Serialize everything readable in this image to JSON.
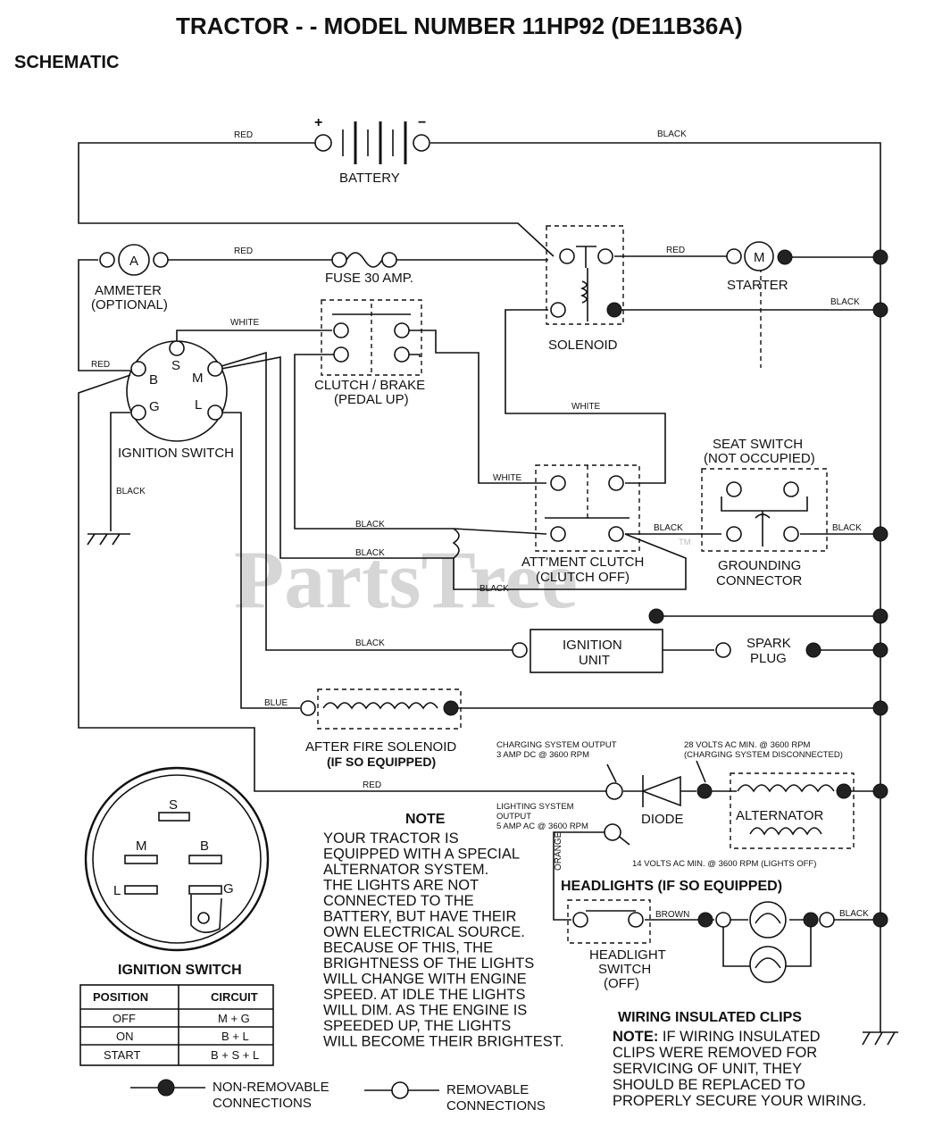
{
  "title": "TRACTOR - - MODEL NUMBER 11HP92  (DE11B36A)",
  "subtitle": "SCHEMATIC",
  "watermark": "PartsTree",
  "trademark": "TM",
  "components": {
    "battery": "BATTERY",
    "battery_plus": "+",
    "battery_minus": "−",
    "ammeter_symbol": "A",
    "ammeter": "AMMETER",
    "ammeter_optional": "(OPTIONAL)",
    "fuse": "FUSE 30 AMP.",
    "solenoid": "SOLENOID",
    "starter_symbol": "M",
    "starter": "STARTER",
    "clutch_brake": "CLUTCH / BRAKE",
    "clutch_brake_sub": "(PEDAL UP)",
    "ignition_switch": "IGNITION SWITCH",
    "seat_switch": "SEAT SWITCH",
    "seat_switch_sub": "(NOT OCCUPIED)",
    "grounding_connector": "GROUNDING",
    "grounding_connector_2": "CONNECTOR",
    "attachment_clutch": "ATT'MENT CLUTCH",
    "attachment_clutch_sub": "(CLUTCH OFF)",
    "ignition_unit": "IGNITION",
    "ignition_unit_2": "UNIT",
    "spark_plug": "SPARK",
    "spark_plug_2": "PLUG",
    "after_fire": "AFTER FIRE SOLENOID",
    "after_fire_sub": "(IF SO EQUIPPED)",
    "diode": "DIODE",
    "alternator": "ALTERNATOR",
    "headlights": "HEADLIGHTS (IF SO EQUIPPED)",
    "headlight_switch": "HEADLIGHT",
    "headlight_switch_2": "SWITCH",
    "headlight_switch_3": "(OFF)"
  },
  "switch_pins": {
    "b": "B",
    "s": "S",
    "m": "M",
    "g": "G",
    "l": "L"
  },
  "wire_labels": {
    "red": "RED",
    "black": "BLACK",
    "white": "WHITE",
    "blue": "BLUE",
    "orange": "ORANGE",
    "brown": "BROWN"
  },
  "specs": {
    "charging_output_1": "CHARGING SYSTEM OUTPUT",
    "charging_output_2": "3 AMP DC @ 3600 RPM",
    "volts_28_1": "28 VOLTS AC MIN. @ 3600 RPM",
    "volts_28_2": "(CHARGING SYSTEM DISCONNECTED)",
    "lighting_1": "LIGHTING SYSTEM",
    "lighting_2": "OUTPUT",
    "lighting_3": "5 AMP AC @ 3600 RPM",
    "volts_14": "14 VOLTS AC MIN. @ 3600 RPM (LIGHTS OFF)"
  },
  "note": {
    "heading": "NOTE",
    "lines": [
      "YOUR TRACTOR IS",
      "EQUIPPED WITH A SPECIAL",
      "ALTERNATOR SYSTEM.",
      "THE LIGHTS ARE NOT",
      "CONNECTED TO THE",
      "BATTERY, BUT HAVE THEIR",
      "OWN ELECTRICAL SOURCE.",
      "BECAUSE OF THIS, THE",
      "BRIGHTNESS OF THE LIGHTS",
      "WILL CHANGE WITH ENGINE",
      "SPEED.  AT IDLE THE LIGHTS",
      "WILL DIM.  AS THE ENGINE IS",
      "SPEEDED UP, THE LIGHTS",
      "WILL BECOME THEIR BRIGHTEST."
    ]
  },
  "ignition_table": {
    "title": "IGNITION SWITCH",
    "headers": [
      "POSITION",
      "CIRCUIT"
    ],
    "rows": [
      [
        "OFF",
        "M + G"
      ],
      [
        "ON",
        "B + L"
      ],
      [
        "START",
        "B + S + L"
      ]
    ]
  },
  "legend": {
    "non_removable_1": "NON-REMOVABLE",
    "non_removable_2": "CONNECTIONS",
    "removable_1": "REMOVABLE",
    "removable_2": "CONNECTIONS"
  },
  "clips": {
    "heading": "WIRING INSULATED CLIPS",
    "note_label": "NOTE:",
    "line1_rest": " IF WIRING INSULATED",
    "lines": [
      "CLIPS WERE REMOVED FOR",
      "SERVICING OF UNIT, THEY",
      "SHOULD BE REPLACED TO",
      "PROPERLY SECURE YOUR WIRING."
    ]
  }
}
